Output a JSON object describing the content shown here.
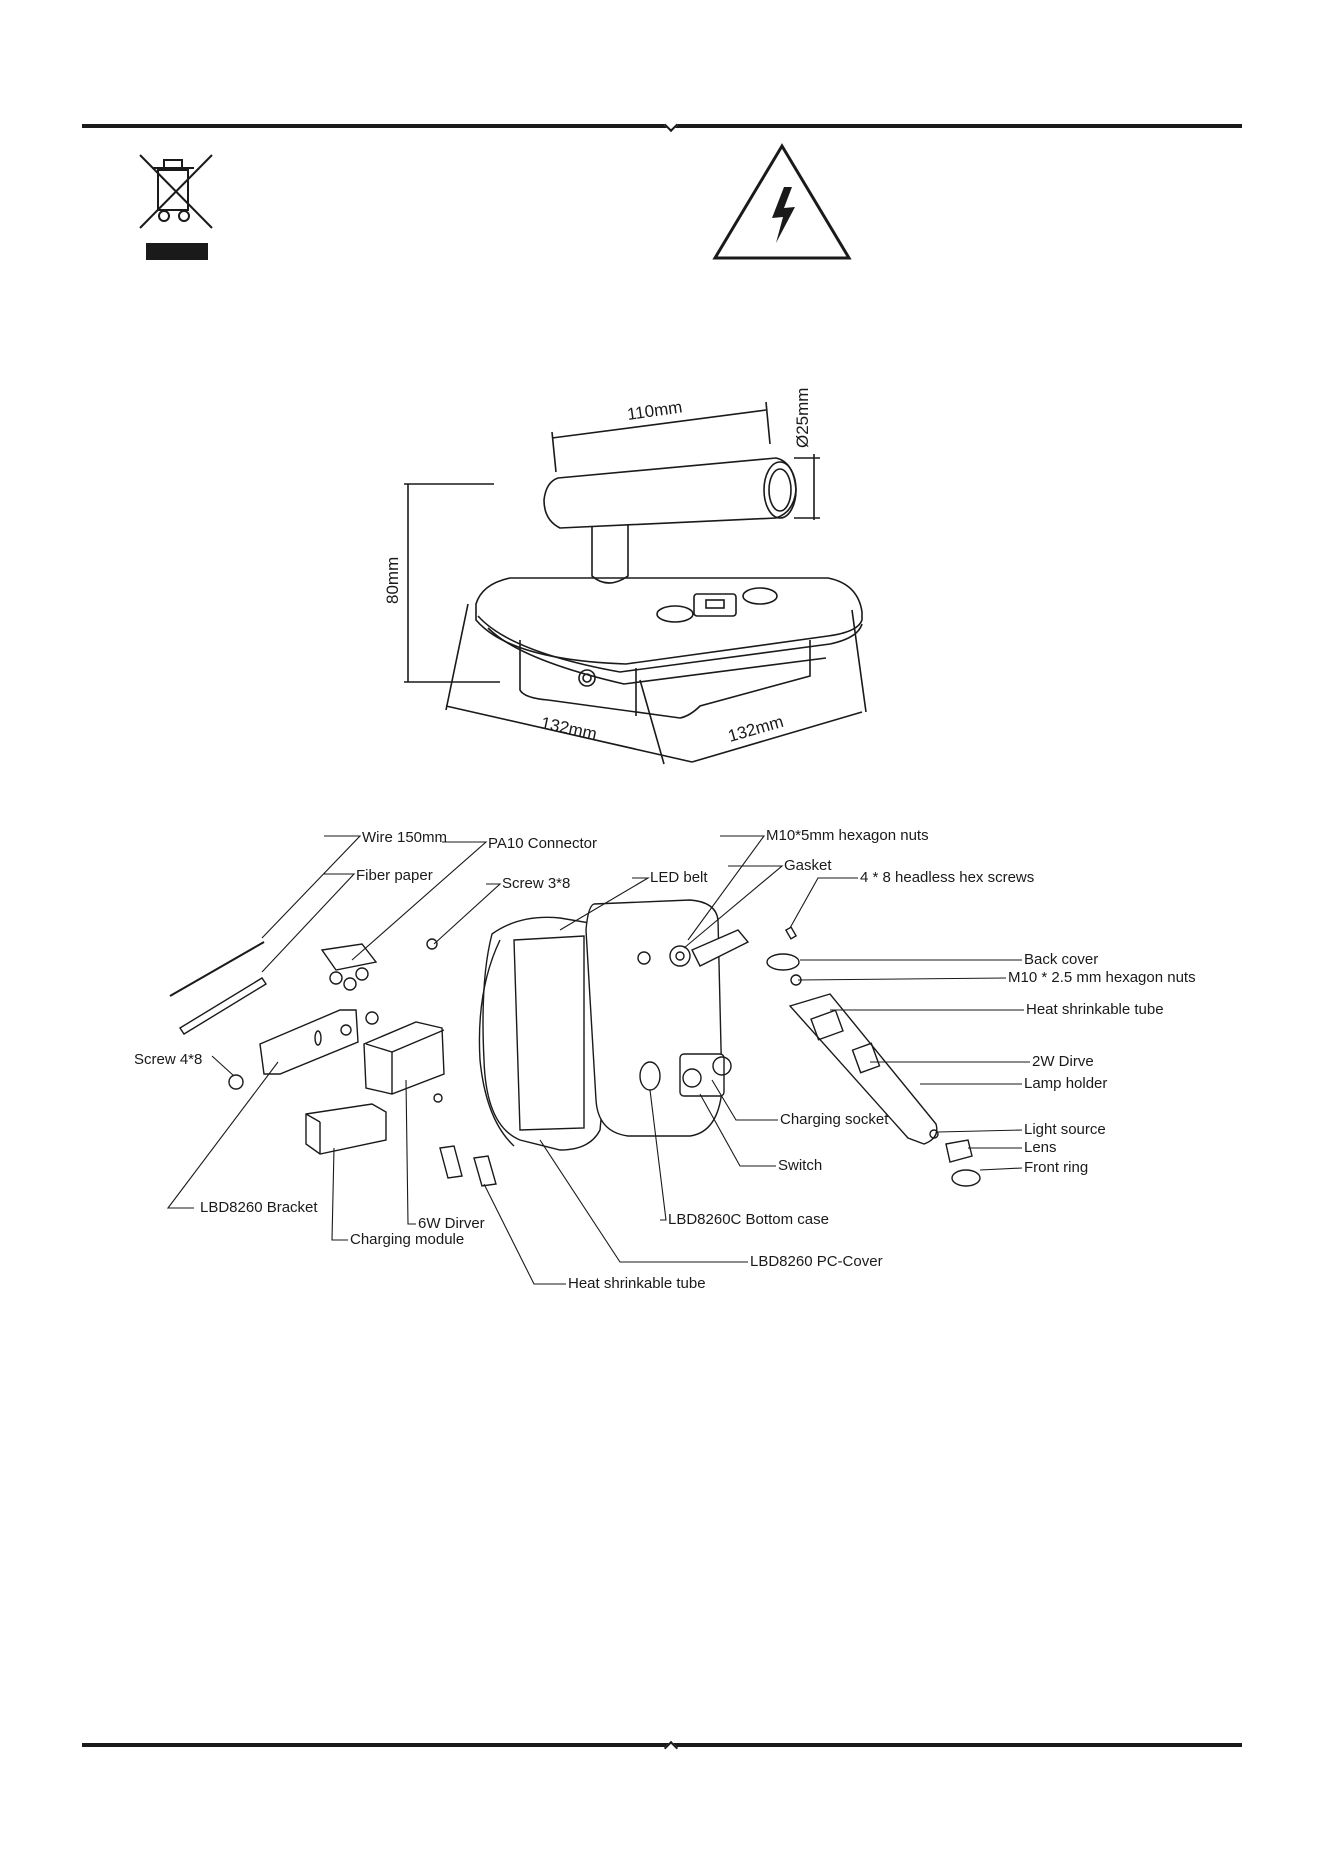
{
  "dimensions": {
    "tube_length": "110mm",
    "tube_diameter": "Ø25mm",
    "height": "80mm",
    "width_left": "132mm",
    "width_right": "132mm"
  },
  "parts": [
    "Wire 150mm",
    "Fiber paper",
    "PA10 Connector",
    "Screw 3*8",
    "LED belt",
    "M10*5mm hexagon nuts",
    "Gasket",
    "4 * 8 headless hex screws",
    "Back cover",
    "M10 * 2.5 mm hexagon nuts",
    "Heat shrinkable tube",
    "2W Dirve",
    "Lamp holder",
    "Charging socket",
    "Light source",
    "Lens",
    "Front ring",
    "Switch",
    "Screw 4*8",
    "LBD8260 Bracket",
    "6W Dirver",
    "LBD8260C Bottom case",
    "Charging module",
    "LBD8260 PC-Cover",
    "Heat shrinkable tube"
  ],
  "icons": {
    "weee": "crossed-out-wheelie-bin-icon",
    "warning": "electric-shock-warning-icon"
  }
}
